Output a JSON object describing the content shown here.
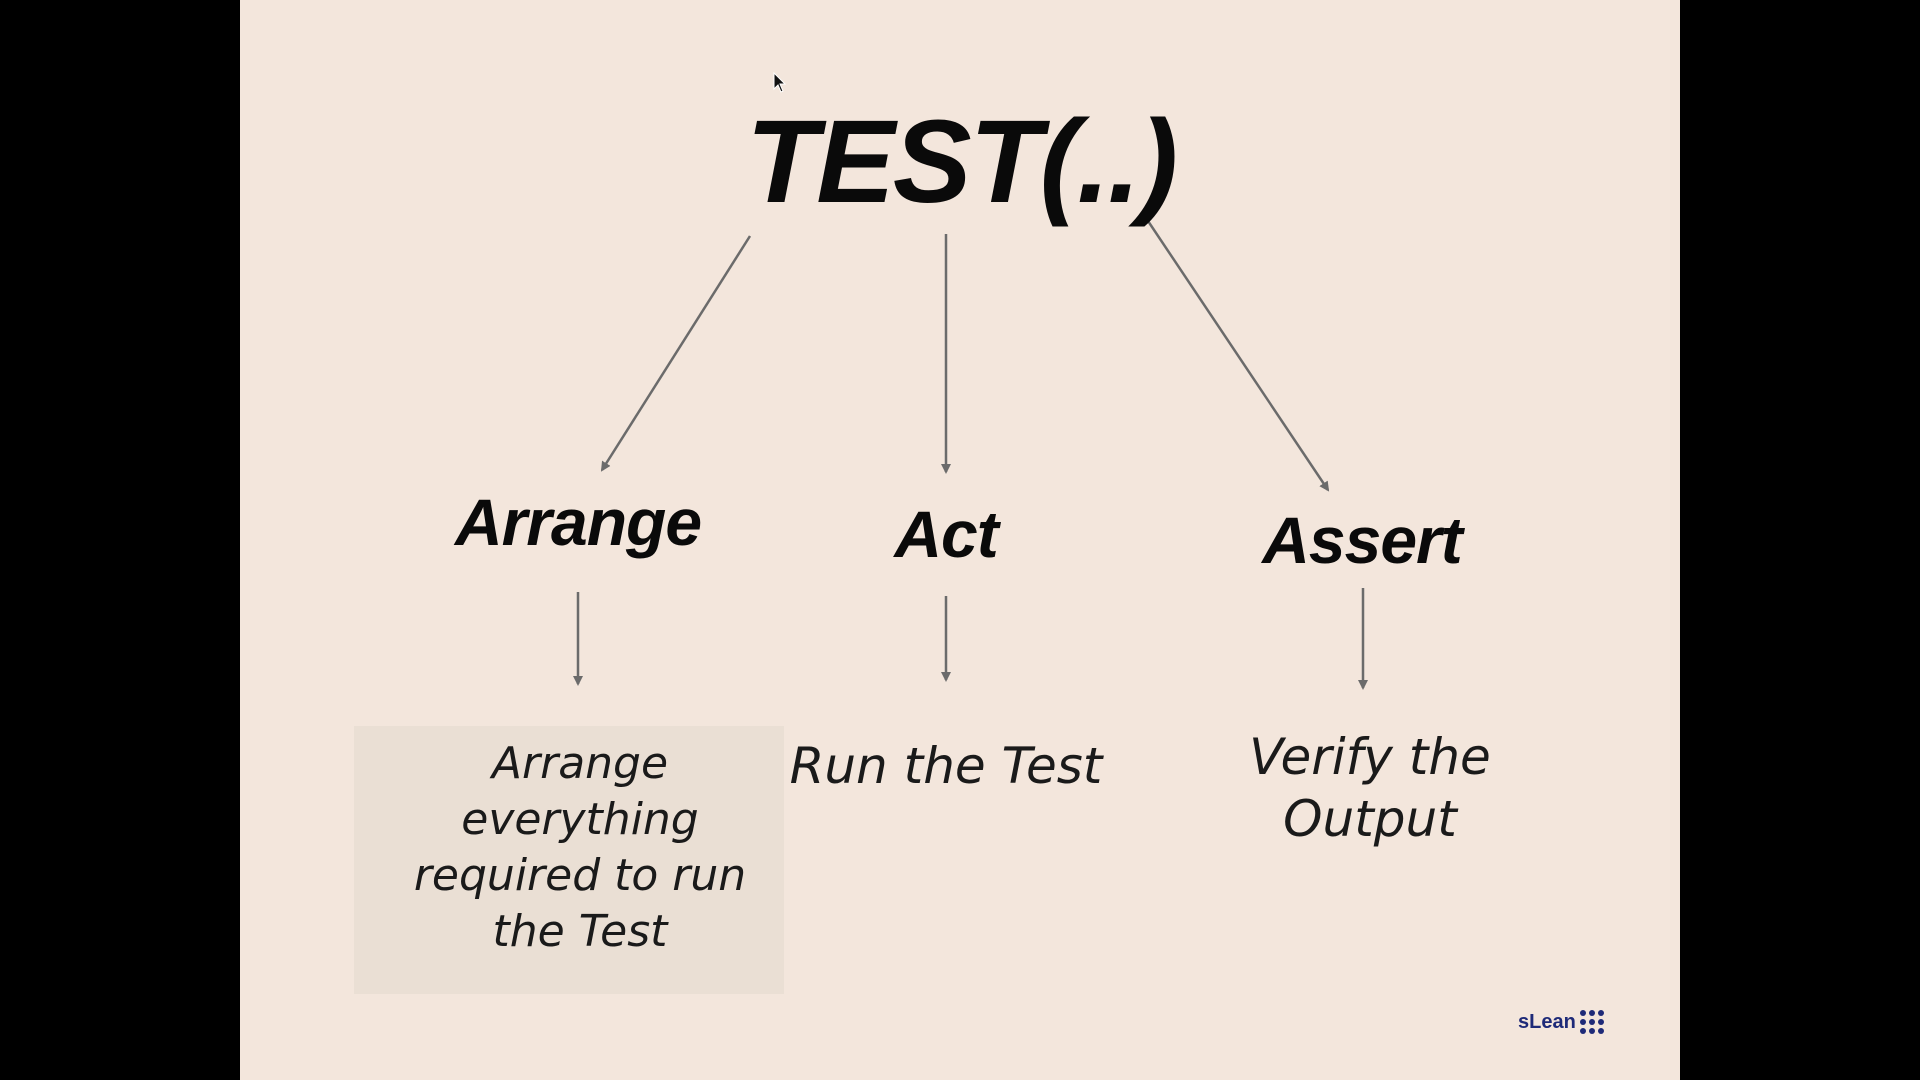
{
  "diagram": {
    "root": {
      "label": "TEST(..)"
    },
    "phases": [
      {
        "id": "arrange",
        "label": "Arrange",
        "description": [
          "Arrange",
          "everything",
          "required to run",
          "the Test"
        ]
      },
      {
        "id": "act",
        "label": "Act",
        "description": [
          "Run the Test"
        ]
      },
      {
        "id": "assert",
        "label": "Assert",
        "description": [
          "Verify the",
          "Output"
        ]
      }
    ]
  },
  "logo": {
    "text": "sLean"
  },
  "colors": {
    "background": "#f3e6dc",
    "frame": "#000000",
    "text": "#0a0a0a",
    "arrow": "#6b6b6b",
    "highlight_box": "#eadfd4",
    "logo": "#1e2a78"
  },
  "icons": [
    "mouse-pointer-icon",
    "logo-icon"
  ]
}
